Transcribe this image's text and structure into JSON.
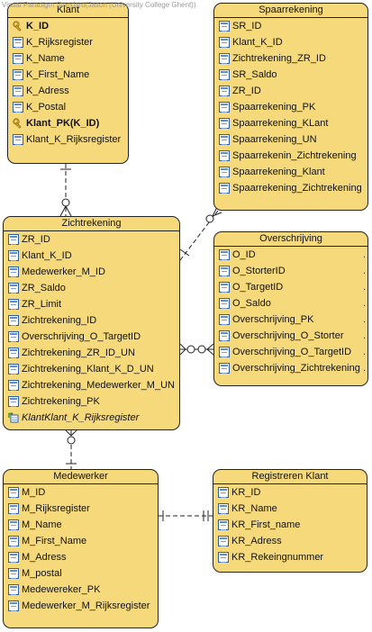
{
  "watermark": "Visual Paradigm Standard(Jason (University College Ghent))",
  "entities": {
    "klant": {
      "title": "Klant",
      "attributes": [
        {
          "name": "K_ID",
          "icon": "key-icon",
          "bold": true
        },
        {
          "name": "K_Rijksregister",
          "icon": "column-icon"
        },
        {
          "name": "K_Name",
          "icon": "column-icon"
        },
        {
          "name": "K_First_Name",
          "icon": "column-icon"
        },
        {
          "name": "K_Adress",
          "icon": "column-icon"
        },
        {
          "name": "K_Postal",
          "icon": "column-icon"
        },
        {
          "name": "Klant_PK(K_ID)",
          "icon": "key-icon",
          "bold": true
        },
        {
          "name": "Klant_K_Rijksregister",
          "icon": "column-icon"
        }
      ]
    },
    "spaarrekening": {
      "title": "Spaarrekening",
      "attributes": [
        {
          "name": "SR_ID",
          "icon": "column-icon"
        },
        {
          "name": "Klant_K_ID",
          "icon": "column-icon"
        },
        {
          "name": "Zichtrekening_ZR_ID",
          "icon": "column-icon"
        },
        {
          "name": "SR_Saldo",
          "icon": "column-icon"
        },
        {
          "name": "ZR_ID",
          "icon": "column-icon"
        },
        {
          "name": "Spaarrekening_PK",
          "icon": "column-icon"
        },
        {
          "name": "Spaarrekening_KLant",
          "icon": "column-icon"
        },
        {
          "name": "Spaarrekening_UN",
          "icon": "column-icon"
        },
        {
          "name": "Spaarrekenin_Zichtrekening",
          "icon": "column-icon"
        },
        {
          "name": "Spaarrekening_Klant",
          "icon": "column-icon"
        },
        {
          "name": "Spaarrekening_Zichtrekening",
          "icon": "column-icon"
        }
      ]
    },
    "zichtrekening": {
      "title": "Zichtrekening",
      "attributes": [
        {
          "name": "ZR_ID",
          "icon": "column-icon"
        },
        {
          "name": "Klant_K_ID",
          "icon": "column-icon"
        },
        {
          "name": "Medewerker_M_ID",
          "icon": "column-icon"
        },
        {
          "name": "ZR_Saldo",
          "icon": "column-icon"
        },
        {
          "name": "ZR_Limit",
          "icon": "column-icon"
        },
        {
          "name": "Zichtrekening_ID",
          "icon": "column-icon"
        },
        {
          "name": "Overschrijving_O_TargetID",
          "icon": "column-icon"
        },
        {
          "name": "Zichtrekening_ZR_ID_UN",
          "icon": "column-icon"
        },
        {
          "name": "Zichtrekening_Klant_K_D_UN",
          "icon": "column-icon"
        },
        {
          "name": "Zichtrekening_Medewerker_M_UN",
          "icon": "column-icon"
        },
        {
          "name": "Zichtrekening_PK",
          "icon": "column-icon"
        },
        {
          "name": "KlantKlant_K_Rijksregister",
          "icon": "relation-icon",
          "italic": true
        }
      ]
    },
    "overschrijving": {
      "title": "Overschrijving",
      "attributes": [
        {
          "name": "O_ID",
          "icon": "column-icon"
        },
        {
          "name": "O_StorterID",
          "icon": "column-icon"
        },
        {
          "name": "O_TargetID",
          "icon": "column-icon"
        },
        {
          "name": "O_Saldo",
          "icon": "column-icon"
        },
        {
          "name": "Overschrijving_PK",
          "icon": "column-icon"
        },
        {
          "name": "Overschrijving_O_Storter",
          "icon": "column-icon"
        },
        {
          "name": "Overschrijving_O_TargetID",
          "icon": "column-icon"
        },
        {
          "name": "Overschrijving_Zichtrekening",
          "icon": "column-icon"
        }
      ]
    },
    "medewerker": {
      "title": "Medewerker",
      "attributes": [
        {
          "name": "M_ID",
          "icon": "column-icon"
        },
        {
          "name": "M_Rijksregister",
          "icon": "column-icon"
        },
        {
          "name": "M_Name",
          "icon": "column-icon"
        },
        {
          "name": "M_First_Name",
          "icon": "column-icon"
        },
        {
          "name": "M_Adress",
          "icon": "column-icon"
        },
        {
          "name": "M_postal",
          "icon": "column-icon"
        },
        {
          "name": "Medewereker_PK",
          "icon": "column-icon"
        },
        {
          "name": "Medewerker_M_Rijksregister",
          "icon": "column-icon"
        }
      ]
    },
    "registreren_klant": {
      "title": "Registreren Klant",
      "attributes": [
        {
          "name": "KR_ID",
          "icon": "column-icon"
        },
        {
          "name": "KR_Name",
          "icon": "column-icon"
        },
        {
          "name": "KR_First_name",
          "icon": "column-icon"
        },
        {
          "name": "KR_Adress",
          "icon": "column-icon"
        },
        {
          "name": "KR_Rekeingnummer",
          "icon": "column-icon"
        }
      ]
    }
  },
  "colors": {
    "entity_fill": "#f5d97a",
    "border": "#222222",
    "key_gold": "#d9a520",
    "icon_blue": "#2f5f9f"
  }
}
